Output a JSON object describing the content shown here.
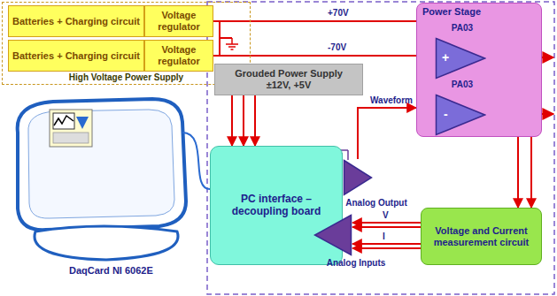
{
  "diagram": {
    "nodes": [
      {
        "text": [
          "High Voltage Power Supply"
        ]
      },
      {
        "text": [
          "Batteries + Charging circuit"
        ],
        "in": 0
      },
      {
        "text": [
          "Voltage regulator"
        ],
        "in": 0
      },
      {
        "text": [
          "Batteries + Charging circuit"
        ],
        "in": 0
      },
      {
        "text": [
          "Voltage regulator"
        ],
        "in": 0
      },
      {
        "text": [
          "Power Stage"
        ]
      },
      {
        "text": [
          "PA03",
          "+"
        ],
        "in": 5
      },
      {
        "text": [
          "PA03",
          "-"
        ],
        "in": 5
      },
      {
        "text": [
          "Grouded Power Supply",
          "±12V, +5V"
        ]
      },
      {
        "text": [
          "PC interface – decoupling board"
        ]
      },
      {
        "text": [
          "Voltage and Current measurement circuit"
        ]
      },
      {
        "text": [
          "Analog Output"
        ]
      },
      {
        "text": [
          "Analog Inputs"
        ]
      }
    ],
    "edges": [
      {
        "from": 2,
        "to": 5,
        "arrow": "none",
        "label": "+70V"
      },
      {
        "from": 4,
        "to": 5,
        "arrow": "none",
        "label": "-70V"
      },
      {
        "from": 8,
        "to": 9,
        "arrow": "to"
      },
      {
        "from": 11,
        "to": 5,
        "arrow": "to",
        "label": "Waveform"
      },
      {
        "from": 6,
        "to": 10,
        "arrow": "to"
      },
      {
        "from": 7,
        "to": 10,
        "arrow": "to"
      },
      {
        "from": 10,
        "to": 12,
        "arrow": "to",
        "label": "V"
      },
      {
        "from": 10,
        "to": 12,
        "arrow": "to",
        "label": "I"
      }
    ],
    "labels": [
      "DaqCard NI 6062E"
    ]
  }
}
